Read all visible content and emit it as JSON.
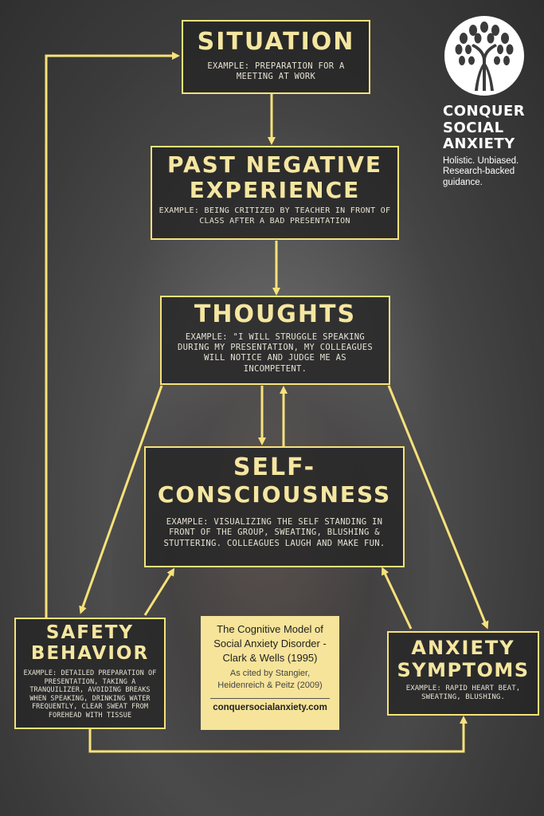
{
  "diagram": {
    "situation": {
      "title": "SITUATION",
      "example": "EXAMPLE: PREPARATION FOR A MEETING AT WORK"
    },
    "past_negative_experience": {
      "title_line1": "PAST NEGATIVE",
      "title_line2": "EXPERIENCE",
      "example": "EXAMPLE: BEING CRITIZED BY TEACHER IN FRONT OF CLASS AFTER A BAD PRESENTATION"
    },
    "thoughts": {
      "title": "THOUGHTS",
      "example": "EXAMPLE: \"I WILL STRUGGLE SPEAKING DURING MY PRESENTATION, MY COLLEAGUES WILL NOTICE AND JUDGE ME AS INCOMPETENT."
    },
    "self_consciousness": {
      "title_line1": "SELF-",
      "title_line2": "CONSCIOUSNESS",
      "example": "EXAMPLE: VISUALIZING THE SELF STANDING IN FRONT OF THE GROUP, SWEATING, BLUSHING & STUTTERING. COLLEAGUES LAUGH AND MAKE FUN."
    },
    "safety_behavior": {
      "title_line1": "SAFETY",
      "title_line2": "BEHAVIOR",
      "example": "EXAMPLE: DETAILED PREPARATION OF PRESENTATION, TAKING A TRANQUILIZER, AVOIDING BREAKS WHEN SPEAKING, DRINKING WATER FREQUENTLY, CLEAR SWEAT FROM FOREHEAD WITH TISSUE"
    },
    "anxiety_symptoms": {
      "title_line1": "ANXIETY",
      "title_line2": "SYMPTOMS",
      "example": "EXAMPLE: RAPID HEART BEAT, SWEATING, BLUSHING."
    }
  },
  "caption": {
    "line1": "The Cognitive Model of",
    "line2": "Social Anxiety Disorder -",
    "line3": "Clark & Wells (1995)",
    "cited_line1": "As cited by Stangier,",
    "cited_line2": "Heidenreich & Peitz (2009)",
    "website": "conquersocialanxiety.com"
  },
  "logo": {
    "brand_line1": "CONQUER",
    "brand_line2": "SOCIAL",
    "brand_line3": "ANXIETY",
    "tagline_line1": "Holistic. Unbiased.",
    "tagline_line2": "Research-backed",
    "tagline_line3": "guidance."
  },
  "colors": {
    "accent": "#f7e27a",
    "box_text": "#f5e6a0",
    "note_bg": "#f6e49a",
    "background": "#3b3b3b"
  }
}
